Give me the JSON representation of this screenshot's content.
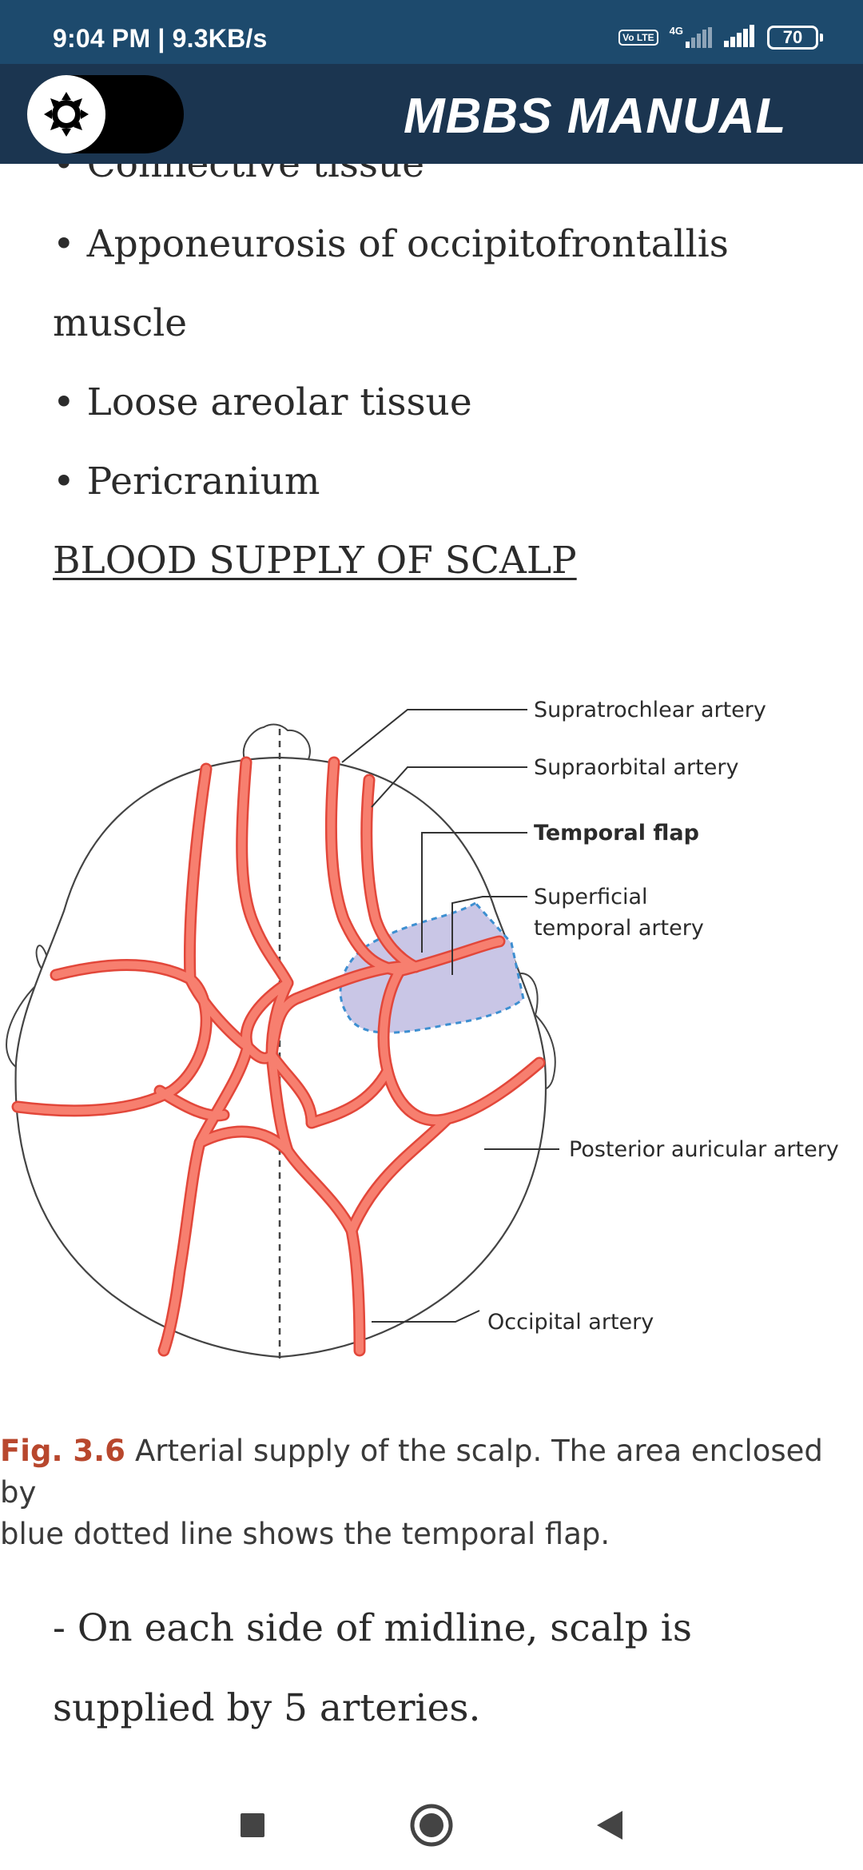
{
  "status_bar": {
    "time_speed": "9:04 PM | 9.3KB/s",
    "volte": "Vo LTE",
    "network": "4G",
    "battery": "70"
  },
  "app_bar": {
    "title": "MBBS MANUAL"
  },
  "article": {
    "clipped_bullet": "• Connective tissue",
    "bullet_aponeurosis_1": "• Apponeurosis of occipitofrontallis",
    "bullet_aponeurosis_2": "muscle",
    "bullet_loose": "• Loose areolar tissue",
    "bullet_pericranium": "• Pericranium",
    "heading": "BLOOD SUPPLY OF SCALP",
    "paragraph_1": "- On each side of midline, scalp is",
    "paragraph_2": "supplied by 5 arteries."
  },
  "figure": {
    "labels": {
      "supratrochlear": "Supratrochlear artery",
      "supraorbital": "Supraorbital artery",
      "temporal_flap": "Temporal flap",
      "superficial_1": "Superficial",
      "superficial_2": "temporal artery",
      "posterior_auricular": "Posterior auricular artery",
      "occipital": "Occipital artery"
    },
    "caption_number": "Fig. 3.6",
    "caption_text_1": "Arterial supply of the scalp. The area enclosed by",
    "caption_text_2": "blue dotted line shows the temporal flap.",
    "colors": {
      "artery_fill": "#f77f6f",
      "artery_outline": "#e2473a",
      "flap_fill": "#c9c6e6",
      "flap_border": "#3d8fd1"
    }
  },
  "nav_bar": {
    "recents": "square-icon",
    "home": "circle-icon",
    "back": "triangle-icon"
  }
}
